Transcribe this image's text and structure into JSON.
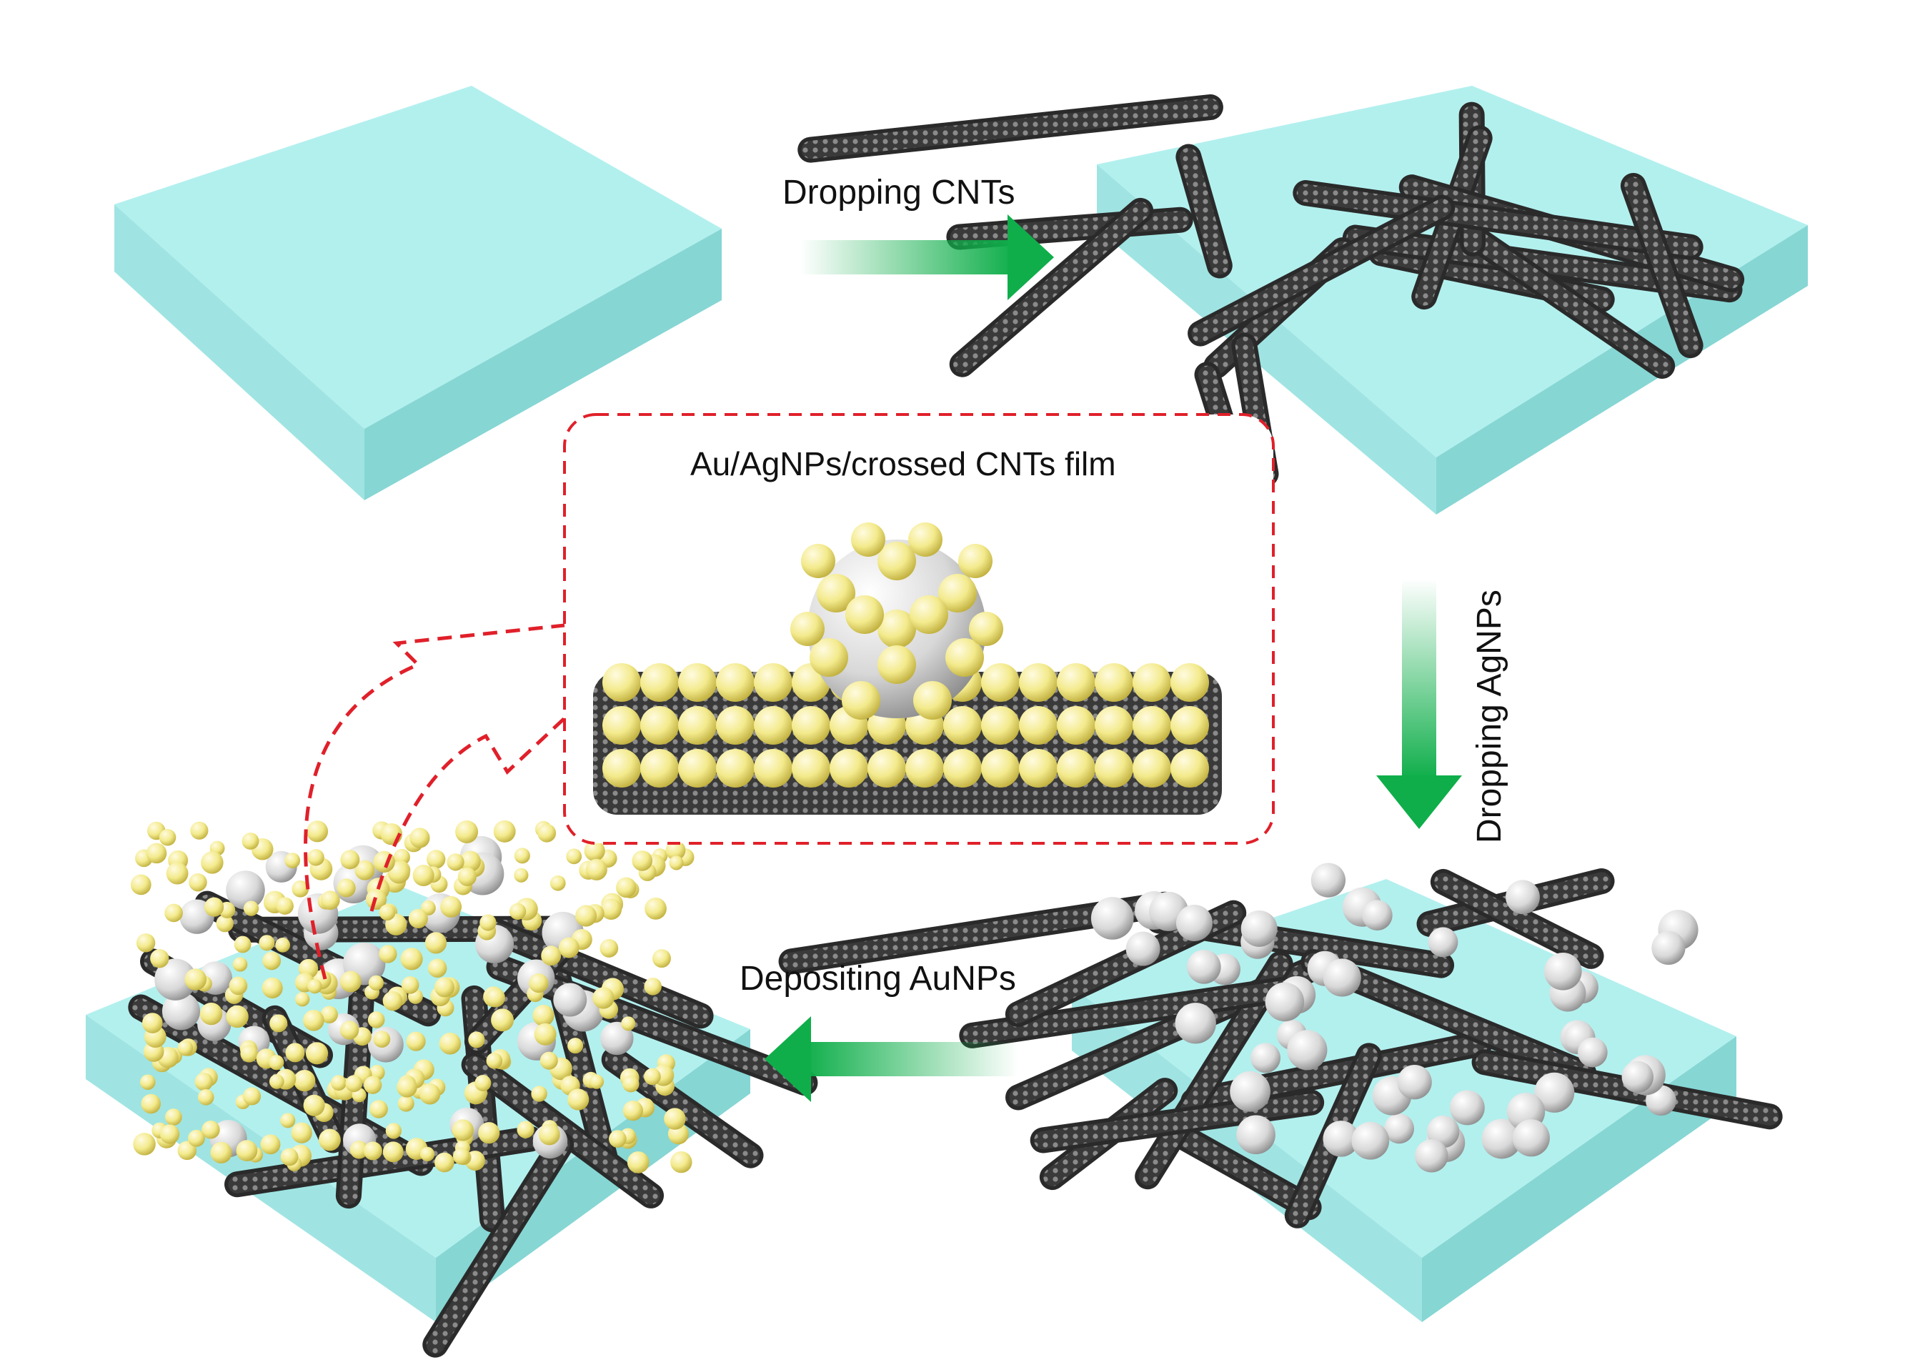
{
  "steps": {
    "step1_label": "Dropping CNTs",
    "step2_label": "Dropping AgNPs",
    "step3_label": "Depositing AuNPs"
  },
  "inset": {
    "title": "Au/AgNPs/crossed CNTs film"
  },
  "colors": {
    "substrate_top": "#b2f0ee",
    "substrate_side": "#86d6d4",
    "cnt": "#2a2a2a",
    "arrow_green": "#0fae4a",
    "au_np": "#f3ea8c",
    "ag_np": "#e9e9e9",
    "inset_border": "#e0202a"
  }
}
